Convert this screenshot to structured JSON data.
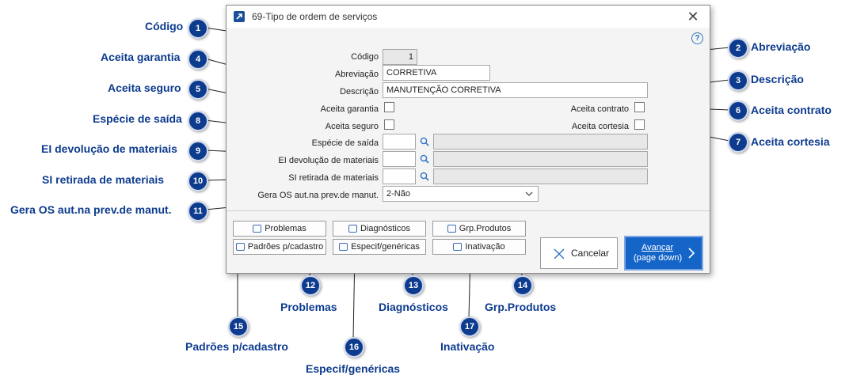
{
  "window": {
    "title": "69-Tipo de ordem de serviços",
    "close": "✕",
    "help": "?"
  },
  "form": {
    "codigo_label": "Código",
    "codigo_value": "1",
    "abreviacao_label": "Abreviação",
    "abreviacao_value": "CORRETIVA",
    "descricao_label": "Descrição",
    "descricao_value": "MANUTENÇÃO CORRETIVA",
    "aceita_garantia_label": "Aceita garantia",
    "aceita_seguro_label": "Aceita seguro",
    "aceita_contrato_label": "Aceita contrato",
    "aceita_cortesia_label": "Aceita cortesia",
    "especie_label": "Espécie de saída",
    "ei_label": "EI devolução de materiais",
    "si_label": "SI retirada de materiais",
    "gera_label": "Gera OS aut.na prev.de manut.",
    "gera_value": "2-Não"
  },
  "buttons": {
    "problemas": "Problemas",
    "diagnosticos": "Diagnósticos",
    "grp_produtos": "Grp.Produtos",
    "padroes": "Padrões p/cadastro",
    "especif": "Especif/genéricas",
    "inativacao": "Inativação",
    "cancelar": "Cancelar",
    "avancar": "Avançar",
    "avancar_sub": "(page down)"
  },
  "callouts": [
    {
      "n": "1",
      "text": "Código"
    },
    {
      "n": "2",
      "text": "Abreviação"
    },
    {
      "n": "3",
      "text": "Descrição"
    },
    {
      "n": "4",
      "text": "Aceita garantia"
    },
    {
      "n": "5",
      "text": "Aceita seguro"
    },
    {
      "n": "6",
      "text": "Aceita contrato"
    },
    {
      "n": "7",
      "text": "Aceita cortesia"
    },
    {
      "n": "8",
      "text": "Espécie de saída"
    },
    {
      "n": "9",
      "text": "EI devolução de materiais"
    },
    {
      "n": "10",
      "text": "SI retirada de materiais"
    },
    {
      "n": "11",
      "text": "Gera OS aut.na prev.de manut."
    },
    {
      "n": "12",
      "text": "Problemas"
    },
    {
      "n": "13",
      "text": "Diagnósticos"
    },
    {
      "n": "14",
      "text": "Grp.Produtos"
    },
    {
      "n": "15",
      "text": "Padrões p/cadastro"
    },
    {
      "n": "16",
      "text": "Especif/genéricas"
    },
    {
      "n": "17",
      "text": "Inativação"
    }
  ],
  "colors": {
    "accent": "#1565c8",
    "callout": "#0d3b8e"
  }
}
